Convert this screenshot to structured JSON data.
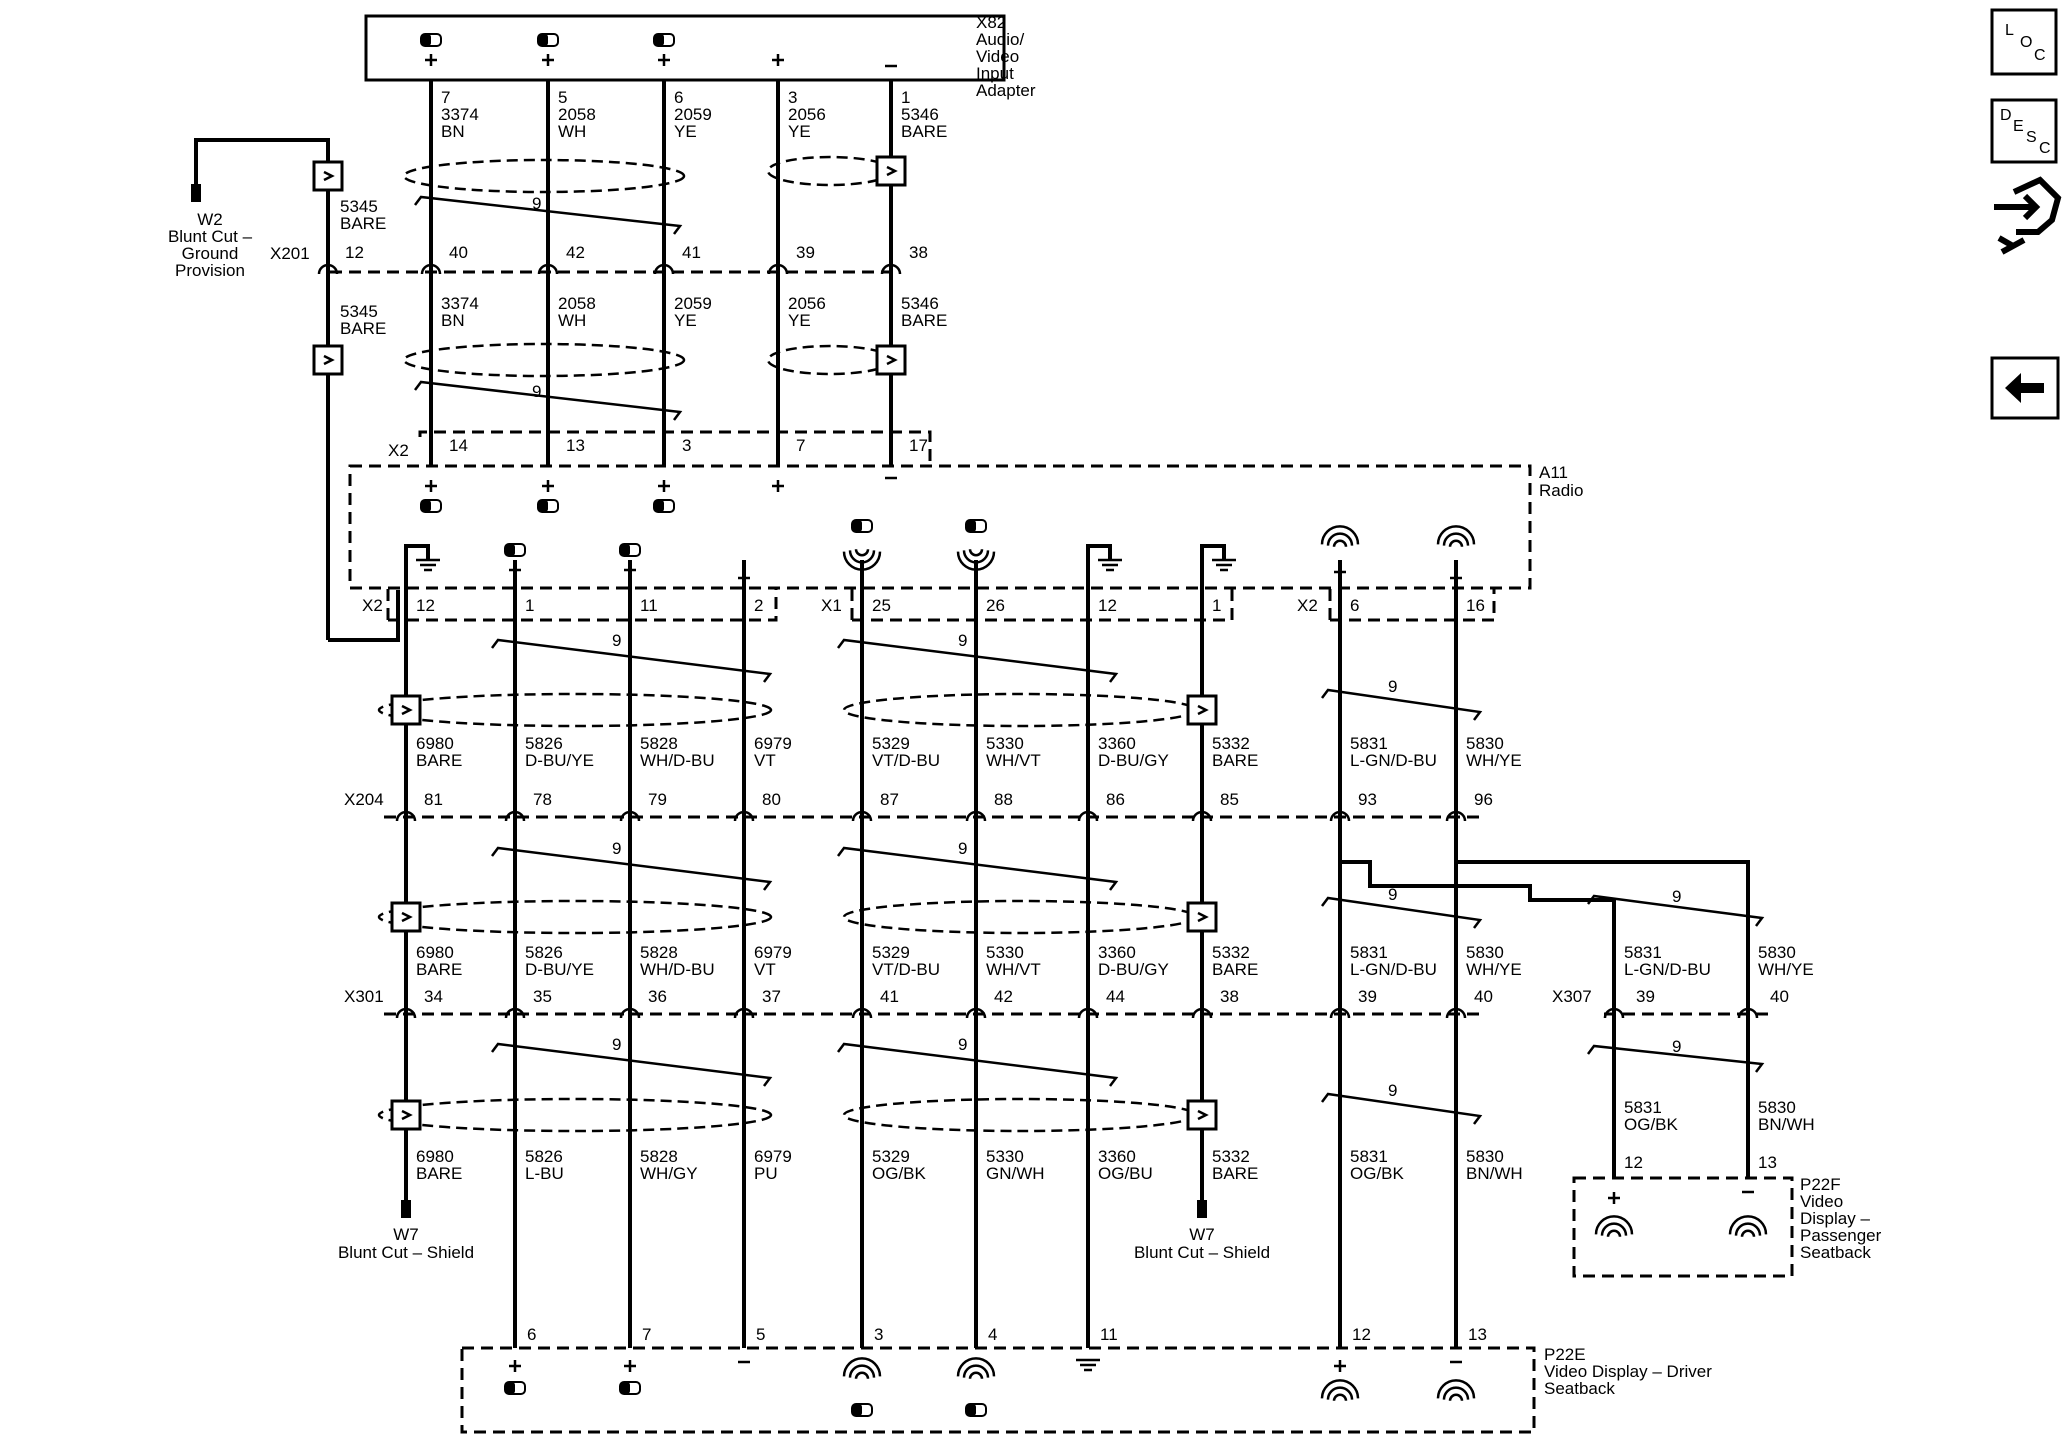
{
  "components": {
    "x82": {
      "ref": "X82",
      "lines": [
        "Audio/",
        "Video",
        "Input",
        "Adapter"
      ]
    },
    "a11": {
      "ref": "A11",
      "name": "Radio"
    },
    "w2": {
      "ref": "W2",
      "lines": [
        "Blunt Cut –",
        "Ground",
        "Provision"
      ]
    },
    "w7_left": {
      "ref": "W7",
      "name": "Blunt Cut – Shield"
    },
    "w7_right": {
      "ref": "W7",
      "name": "Blunt Cut – Shield"
    },
    "p22e": {
      "ref": "P22E",
      "lines": [
        "Video Display – Driver",
        "Seatback"
      ]
    },
    "p22f": {
      "ref": "P22F",
      "lines": [
        "Video",
        "Display –",
        "Passenger",
        "Seatback"
      ]
    }
  },
  "connectors": {
    "x201": "X201",
    "x2": "X2",
    "x1": "X1",
    "x204": "X204",
    "x301": "X301",
    "x307": "X307"
  },
  "twist_label": "9",
  "x82_pins": [
    "7",
    "5",
    "6",
    "3",
    "1"
  ],
  "a11_x2_top_pins": [
    "14",
    "13",
    "3",
    "7",
    "17"
  ],
  "x201_pins": [
    "12",
    "40",
    "42",
    "41",
    "39",
    "38"
  ],
  "x82_wires": [
    {
      "circuit": "3374",
      "color": "BN"
    },
    {
      "circuit": "2058",
      "color": "WH"
    },
    {
      "circuit": "2059",
      "color": "YE"
    },
    {
      "circuit": "2056",
      "color": "YE"
    },
    {
      "circuit": "5346",
      "color": "BARE"
    }
  ],
  "ground_wire": {
    "circuit": "5345",
    "color": "BARE"
  },
  "a11_bottom_pins": [
    "12",
    "1",
    "11",
    "2",
    "25",
    "26",
    "12",
    "1",
    "6",
    "16"
  ],
  "x204_pins": [
    "81",
    "78",
    "79",
    "80",
    "87",
    "88",
    "86",
    "85",
    "93",
    "96"
  ],
  "x301_pins": [
    "34",
    "35",
    "36",
    "37",
    "41",
    "42",
    "44",
    "38",
    "39",
    "40"
  ],
  "x307_pins": [
    "39",
    "40"
  ],
  "p22e_pins": [
    "6",
    "7",
    "5",
    "3",
    "4",
    "11",
    "12",
    "13"
  ],
  "p22f_pins": [
    "12",
    "13"
  ],
  "wires_mid": [
    {
      "circuit": "6980",
      "color": "BARE"
    },
    {
      "circuit": "5826",
      "color": "D-BU/YE"
    },
    {
      "circuit": "5828",
      "color": "WH/D-BU"
    },
    {
      "circuit": "6979",
      "color": "VT"
    },
    {
      "circuit": "5329",
      "color": "VT/D-BU"
    },
    {
      "circuit": "5330",
      "color": "WH/VT"
    },
    {
      "circuit": "3360",
      "color": "D-BU/GY"
    },
    {
      "circuit": "5332",
      "color": "BARE"
    },
    {
      "circuit": "5831",
      "color": "L-GN/D-BU"
    },
    {
      "circuit": "5830",
      "color": "WH/YE"
    }
  ],
  "wires_low": [
    {
      "circuit": "6980",
      "color": "BARE"
    },
    {
      "circuit": "5826",
      "color": "L-BU"
    },
    {
      "circuit": "5828",
      "color": "WH/GY"
    },
    {
      "circuit": "6979",
      "color": "PU"
    },
    {
      "circuit": "5329",
      "color": "OG/BK"
    },
    {
      "circuit": "5330",
      "color": "GN/WH"
    },
    {
      "circuit": "3360",
      "color": "OG/BU"
    },
    {
      "circuit": "5332",
      "color": "BARE"
    },
    {
      "circuit": "5831",
      "color": "OG/BK"
    },
    {
      "circuit": "5830",
      "color": "BN/WH"
    }
  ],
  "wires_pass": [
    {
      "circuit": "5831",
      "color": "L-GN/D-BU"
    },
    {
      "circuit": "5830",
      "color": "WH/YE"
    }
  ],
  "wires_pass_low": [
    {
      "circuit": "5831",
      "color": "OG/BK"
    },
    {
      "circuit": "5830",
      "color": "BN/WH"
    }
  ],
  "sidebar": {
    "loc": {
      "l1": "L",
      "l2": "O",
      "l3": "C"
    },
    "desc": {
      "l1": "D",
      "l2": "E",
      "l3": "S",
      "l4": "C"
    }
  }
}
